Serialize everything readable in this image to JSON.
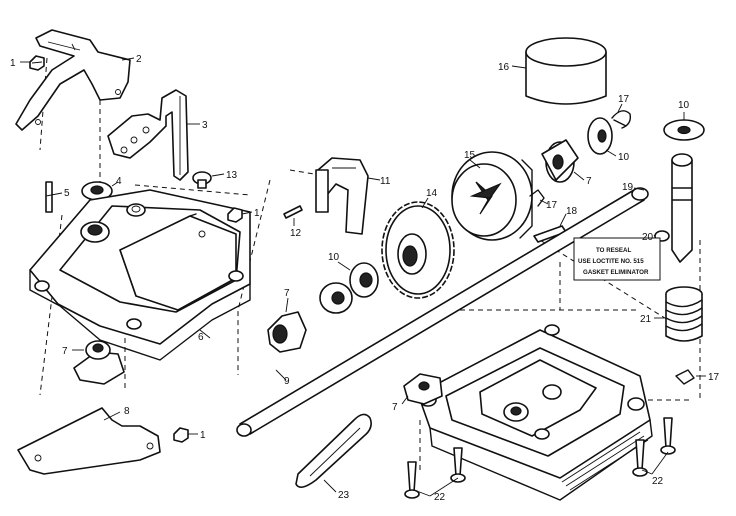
{
  "diagram": {
    "callouts": [
      {
        "id": "c1a",
        "text": "1"
      },
      {
        "id": "c2",
        "text": "2"
      },
      {
        "id": "c3",
        "text": "3"
      },
      {
        "id": "c4",
        "text": "4"
      },
      {
        "id": "c5",
        "text": "5"
      },
      {
        "id": "c13",
        "text": "13"
      },
      {
        "id": "c1b",
        "text": "1"
      },
      {
        "id": "c6",
        "text": "6"
      },
      {
        "id": "c7a",
        "text": "7"
      },
      {
        "id": "c8",
        "text": "8"
      },
      {
        "id": "c1c",
        "text": "1"
      },
      {
        "id": "c11",
        "text": "11"
      },
      {
        "id": "c12",
        "text": "12"
      },
      {
        "id": "c14",
        "text": "14"
      },
      {
        "id": "c10a",
        "text": "10"
      },
      {
        "id": "c7b",
        "text": "7"
      },
      {
        "id": "c9",
        "text": "9"
      },
      {
        "id": "c15",
        "text": "15"
      },
      {
        "id": "c16",
        "text": "16"
      },
      {
        "id": "c17a",
        "text": "17"
      },
      {
        "id": "c10b",
        "text": "10"
      },
      {
        "id": "c7c",
        "text": "7"
      },
      {
        "id": "c17b",
        "text": "17"
      },
      {
        "id": "c18",
        "text": "18"
      },
      {
        "id": "c19",
        "text": "19"
      },
      {
        "id": "c10c",
        "text": "10"
      },
      {
        "id": "c20",
        "text": "20"
      },
      {
        "id": "c21",
        "text": "21"
      },
      {
        "id": "c17c",
        "text": "17"
      },
      {
        "id": "c7d",
        "text": "7"
      },
      {
        "id": "c23",
        "text": "23"
      },
      {
        "id": "c22a",
        "text": "22"
      },
      {
        "id": "c22b",
        "text": "22"
      }
    ],
    "note": {
      "line1": "TO RESEAL",
      "line2": "USE LOCTITE NO. 515",
      "line3": "GASKET ELIMINATOR"
    }
  }
}
